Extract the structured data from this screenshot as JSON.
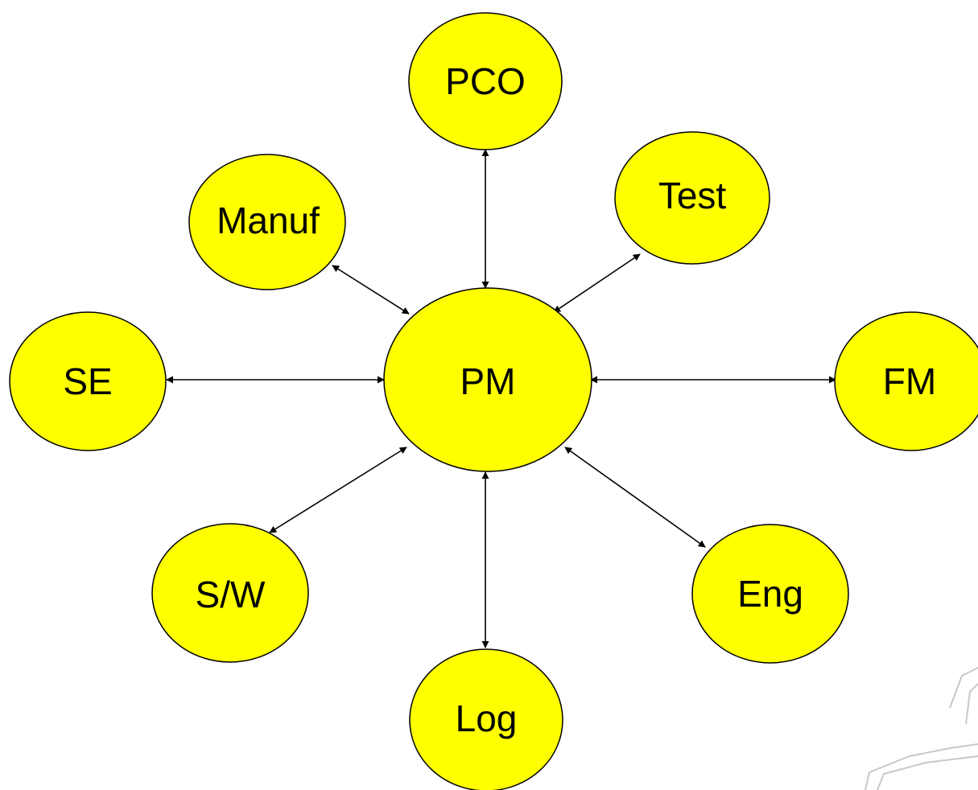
{
  "diagram": {
    "colors": {
      "node_fill": "#ffff00",
      "node_stroke": "#000000",
      "connector": "#000000"
    },
    "hub": {
      "id": "pm",
      "label": "PM"
    },
    "nodes": [
      {
        "id": "pco",
        "label": "PCO"
      },
      {
        "id": "test",
        "label": "Test"
      },
      {
        "id": "manuf",
        "label": "Manuf"
      },
      {
        "id": "se",
        "label": "SE"
      },
      {
        "id": "fm",
        "label": "FM"
      },
      {
        "id": "sw",
        "label": "S/W"
      },
      {
        "id": "eng",
        "label": "Eng"
      },
      {
        "id": "log",
        "label": "Log"
      }
    ],
    "connections": [
      {
        "from": "pm",
        "to": "pco",
        "arrows": "both"
      },
      {
        "from": "pm",
        "to": "test",
        "arrows": "both"
      },
      {
        "from": "pm",
        "to": "manuf",
        "arrows": "both"
      },
      {
        "from": "pm",
        "to": "se",
        "arrows": "both"
      },
      {
        "from": "pm",
        "to": "fm",
        "arrows": "both"
      },
      {
        "from": "pm",
        "to": "sw",
        "arrows": "both"
      },
      {
        "from": "pm",
        "to": "eng",
        "arrows": "both"
      },
      {
        "from": "pm",
        "to": "log",
        "arrows": "both"
      }
    ]
  }
}
